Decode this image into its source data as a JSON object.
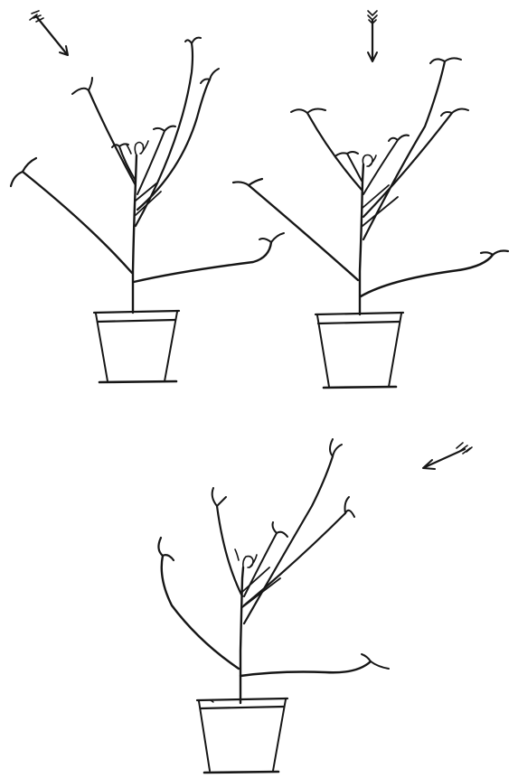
{
  "figure": {
    "panels": [
      {
        "id": "top-left",
        "light_direction": "upper-left"
      },
      {
        "id": "top-right",
        "light_direction": "above"
      },
      {
        "id": "bottom",
        "light_direction": "right"
      }
    ],
    "ink_color": "#161616",
    "background": "#ffffff"
  }
}
